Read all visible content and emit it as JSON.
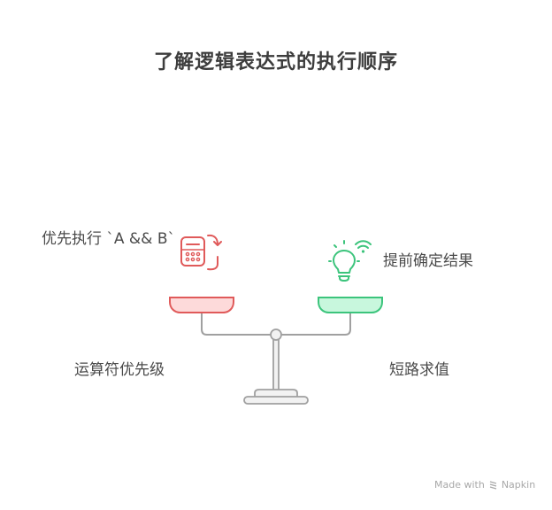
{
  "title": "了解逻辑表达式的执行顺序",
  "left_side": {
    "top_label": "优先执行 `A && B`",
    "bottom_label": "运算符优先级",
    "icon": "calculator-cycle-icon",
    "accent_color": "#e05a5a",
    "pan_fill": "#fddada"
  },
  "right_side": {
    "top_label": "提前确定结果",
    "bottom_label": "短路求值",
    "icon": "lightbulb-signal-icon",
    "accent_color": "#3cc47c",
    "pan_fill": "#c8f7dd"
  },
  "scale": {
    "beam_color": "#a0a0a0",
    "base_fill": "#f2f2f2"
  },
  "footer": {
    "made_with": "Made with",
    "brand": "Napkin"
  }
}
